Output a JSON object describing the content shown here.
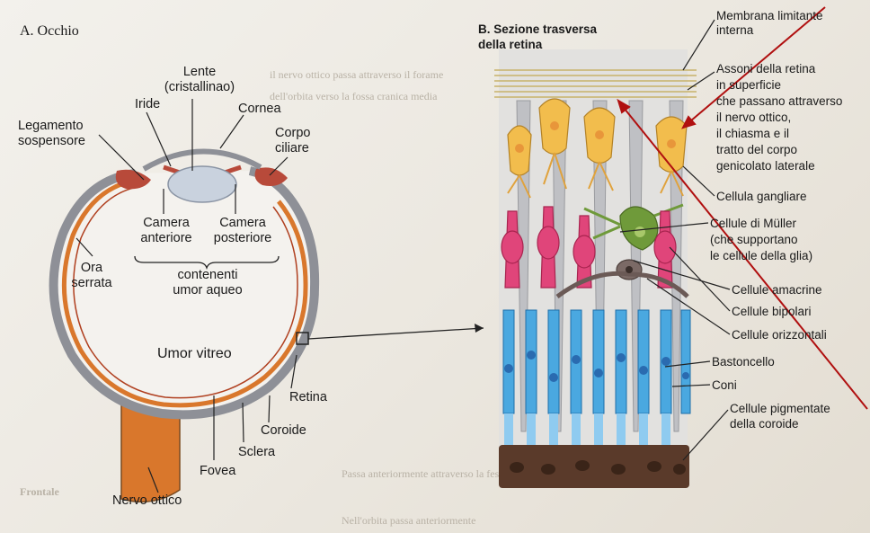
{
  "panel_a": {
    "title": "A. Occhio",
    "labels": {
      "lente": "Lente\n(cristallinao)",
      "iride": "Iride",
      "cornea": "Cornea",
      "legamento": "Legamento\nsospensore",
      "corpo_ciliare": "Corpo\nciliare",
      "camera_anteriore": "Camera\nanteriore",
      "camera_posteriore": "Camera\nposteriore",
      "contenenti": "contenenti\numor aqueo",
      "ora_serrata": "Ora\nserrata",
      "umor_vitreo": "Umor vitreo",
      "retina": "Retina",
      "coroide": "Coroide",
      "sclera": "Sclera",
      "fovea": "Fovea",
      "nervo_ottico": "Nervo ottico"
    }
  },
  "panel_b": {
    "title": "B. Sezione trasversa\ndella retina",
    "labels": {
      "membrana": "Membrana limitante\ninterna",
      "assoni": "Assoni della retina\nin superficie\nche passano attraverso\nil nervo ottico,\nil chiasma e il\ntratto del corpo\ngenicolato laterale",
      "gangliare": "Cellula gangliare",
      "muller": "Cellule di Müller\n(che supportano\nle cellule della glia)",
      "amacrine": "Cellule amacrine",
      "bipolari": "Cellule bipolari",
      "orizzontali": "Cellule orizzontali",
      "bastoncello": "Bastoncello",
      "coni": "Coni",
      "pigmentate": "Cellule pigmentate\ndella coroide"
    }
  },
  "colors": {
    "sclera": "#8e9097",
    "choroid": "#d9772c",
    "ganglion": "#f2bd4d",
    "muller": "#6f9a3a",
    "bipolar": "#e0457a",
    "amacrine": "#7b6a66",
    "photoreceptor": "#4aa8e0",
    "pigment": "#5a3a2a",
    "annotation": "#b01010"
  },
  "background_text": [
    "il nervo ottico passa attraverso il forame",
    "dell'orbita verso la fossa cranica media",
    "Frontale",
    "Passa anteriormente attraverso la fessura orbitaria",
    "Nell'orbita passa anteriormente"
  ]
}
